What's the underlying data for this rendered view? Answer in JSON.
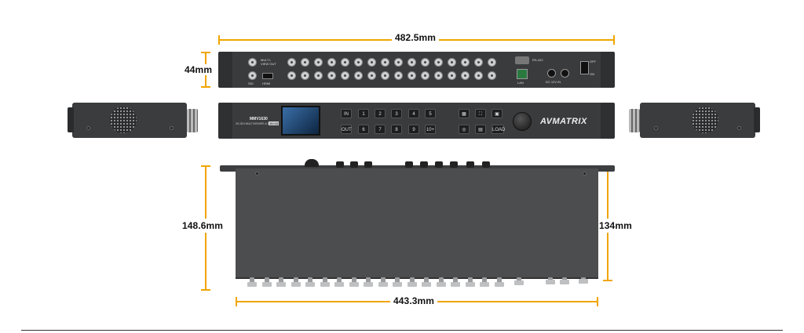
{
  "dimensions": {
    "rear_width": "482.5mm",
    "height": "44mm",
    "depth_total": "148.6mm",
    "depth_body": "134mm",
    "body_width": "443.3mm"
  },
  "front_panel": {
    "model": "MMV1630",
    "subtitle": "3G-SDI MULTIVIEWER & MATRIX",
    "badge": "16×16",
    "brand": "AVMATRIX",
    "keys_row1": [
      "IN",
      "1",
      "2",
      "3",
      "4",
      "5"
    ],
    "keys_row2": [
      "OUT",
      "6",
      "7",
      "8",
      "9",
      "10+"
    ],
    "menu_key": "LOAD"
  },
  "rear_panel": {
    "multiview_label": "MULTI-VIEW OUT",
    "sdi_label": "SDI",
    "hdmi_label": "HDMI",
    "rs422_label": "RS-422",
    "lan_label": "LAN",
    "power_label": "DC 12V IN",
    "switch_on": "ON",
    "switch_off": "OFF"
  },
  "colors": {
    "accent": "#f0a500",
    "chassis": "#3a3b3d",
    "text": "#111111"
  }
}
